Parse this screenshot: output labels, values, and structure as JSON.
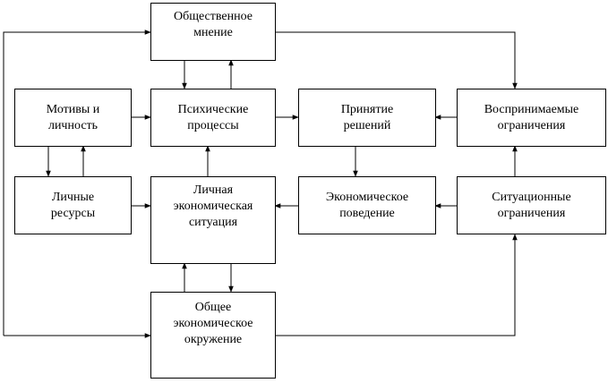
{
  "diagram": {
    "nodes": {
      "public_opinion": "Общественное\nмнение",
      "motives_personality": "Мотивы и\nличность",
      "mental_processes": "Психические\nпроцессы",
      "decision_making": "Принятие\nрешений",
      "perceived_constraints": "Воспринимаемые\nограничения",
      "personal_resources": "Личные\nресурсы",
      "personal_economic_situation": "Личная\nэкономическая\nситуация",
      "economic_behavior": "Экономическое\nповедение",
      "situational_constraints": "Ситуационные\nограничения",
      "general_economic_environment": "Общее\nэкономическое\nокружение"
    }
  }
}
